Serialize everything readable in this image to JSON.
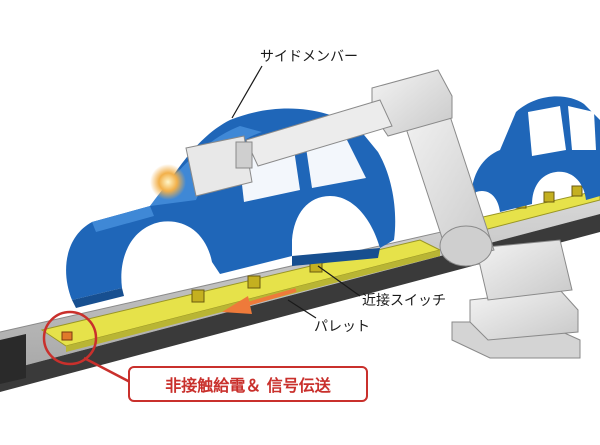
{
  "labels": {
    "side_member": "サイドメンバー",
    "proximity_switch": "近接スイッチ",
    "pallet": "パレット",
    "callout": "非接触給電＆ 信号伝送"
  },
  "colors": {
    "car_body": "#1f66b8",
    "car_body_light": "#3f88d6",
    "pallet": "#e6e24a",
    "rail": "#3a3a3a",
    "robot": "#e4e4e4",
    "callout": "#c9302c",
    "arrow": "#ee7a3a"
  }
}
